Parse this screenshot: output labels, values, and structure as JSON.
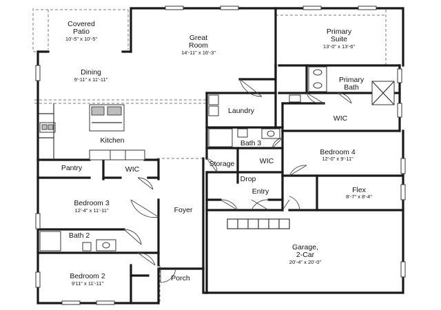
{
  "rooms": {
    "covered_patio": {
      "name_line1": "Covered",
      "name_line2": "Patio",
      "dims": "10'-5\" x 10'-5\""
    },
    "great_room": {
      "name_line1": "Great",
      "name_line2": "Room",
      "dims": "14'-11\" x 16'-3\""
    },
    "primary_suite": {
      "name_line1": "Primary",
      "name_line2": "Suite",
      "dims": "13'-0\" x 13'-6\""
    },
    "dining": {
      "name": "Dining",
      "dims": "9'-11\" x 11'-11\""
    },
    "primary_bath": {
      "name_line1": "Primary",
      "name_line2": "Bath"
    },
    "laundry": {
      "name": "Laundry"
    },
    "wic_primary": {
      "name": "WIC"
    },
    "kitchen": {
      "name": "Kitchen"
    },
    "bath_3": {
      "name": "Bath 3"
    },
    "bedroom_4": {
      "name": "Bedroom 4",
      "dims": "12'-0\" x 9'-11\""
    },
    "pantry": {
      "name": "Pantry"
    },
    "wic_bed3": {
      "name": "WIC"
    },
    "storage": {
      "name": "Storage"
    },
    "wic_bed4": {
      "name": "WIC"
    },
    "drop": {
      "name": "Drop"
    },
    "entry": {
      "name": "Entry"
    },
    "flex": {
      "name": "Flex",
      "dims": "8'-7\" x 8'-4\""
    },
    "bedroom_3": {
      "name": "Bedroom 3",
      "dims": "12'-4\" x 11'-11\""
    },
    "foyer": {
      "name": "Foyer"
    },
    "bath_2": {
      "name": "Bath 2"
    },
    "garage": {
      "name_line1": "Garage,",
      "name_line2": "2-Car",
      "dims": "20'-4\" x 20'-0\""
    },
    "bedroom_2": {
      "name": "Bedroom 2",
      "dims": "9'11\" x 11'-11\""
    },
    "porch": {
      "name": "Porch"
    }
  }
}
